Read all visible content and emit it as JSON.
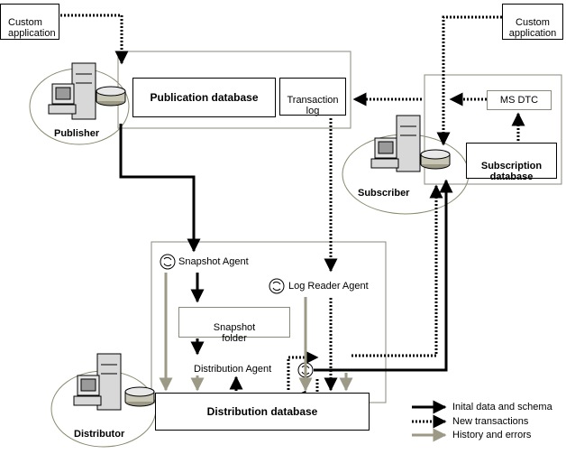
{
  "custom_app_left": "Custom\napplication",
  "custom_app_right": "Custom\napplication",
  "publisher": {
    "label": "Publisher",
    "publication_db": "Publication database",
    "transaction_log": "Transaction\nlog"
  },
  "subscriber": {
    "label": "Subscriber",
    "ms_dtc": "MS DTC",
    "subscription_db": "Subscription\ndatabase"
  },
  "distributor": {
    "label": "Distributor",
    "snapshot_agent": "Snapshot Agent",
    "log_reader_agent": "Log Reader Agent",
    "snapshot_folder": "Snapshot\nfolder",
    "distribution_agent": "Distribution Agent",
    "distribution_db": "Distribution database"
  },
  "legend": {
    "initial": "Inital data and schema",
    "new_tx": "New transactions",
    "history": "History and errors"
  },
  "colors": {
    "initial": "#000000",
    "history": "#9c9a86",
    "ellipse": "#8a8a6e"
  }
}
